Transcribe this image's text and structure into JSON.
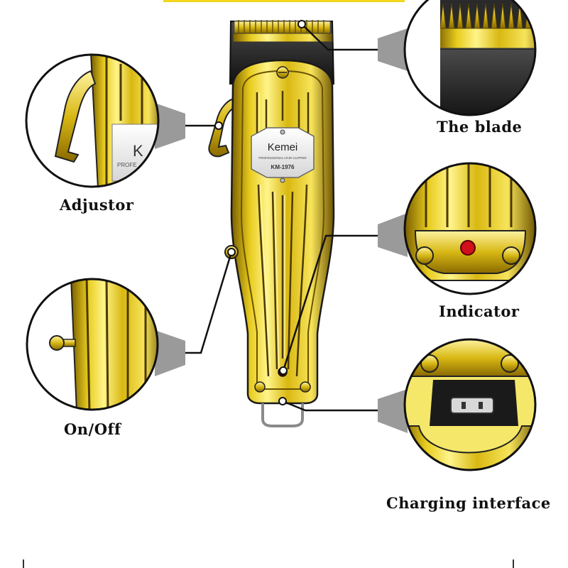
{
  "brand": {
    "name": "Kemei",
    "subtitle": "PROFESSIONAL HAIR CLIPPER",
    "model": "KM-1976",
    "zoom_fragment": "K",
    "zoom_fragment_sub": "PROFE"
  },
  "callouts": [
    {
      "id": "blade",
      "label": "The blade"
    },
    {
      "id": "adjustor",
      "label": "Adjustor"
    },
    {
      "id": "indicator",
      "label": "Indicator"
    },
    {
      "id": "onoff",
      "label": "On/Off"
    },
    {
      "id": "charging",
      "label": "Charging interface"
    }
  ],
  "colors": {
    "gold_light": "#fff27a",
    "gold": "#e0c21a",
    "gold_dark": "#8a6e00",
    "outline": "#111111",
    "indicator_red": "#d0101a",
    "background": "#ffffff"
  }
}
